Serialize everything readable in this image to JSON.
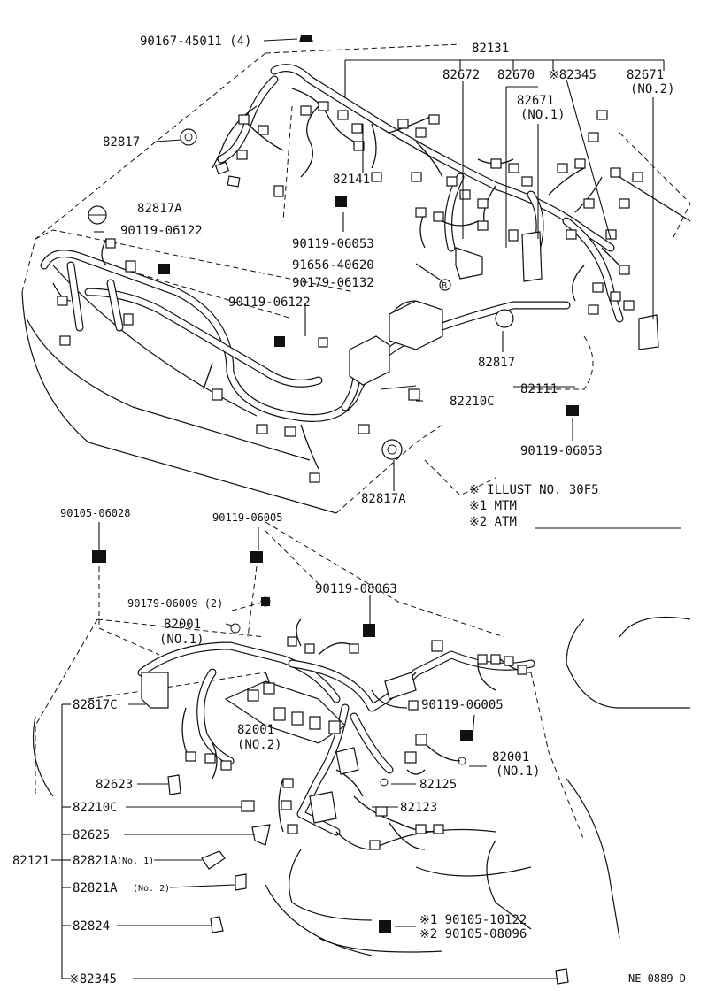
{
  "upper": {
    "screw_90167": "90167-45011 (4)",
    "harness_82131": "82131",
    "p82672": "82672",
    "p82670": "82670",
    "p82345_top": "※82345",
    "p82671_no2": "82671",
    "p82671_no2_sub": "(NO.2)",
    "p82671_no1": "82671",
    "p82671_no1_sub": "(NO.1)",
    "p82817_a": "82817",
    "p82141": "82141",
    "p82817A_a": "82817A",
    "bolt_90119_06122_a": "90119-06122",
    "bolt_90119_06053_a": "90119-06053",
    "clip_91656": "91656-40620",
    "clip_90179": "90179-06132",
    "bolt_90119_06122_b": "90119-06122",
    "p82817_b": "82817",
    "harness_82111": "82111",
    "p82210C_a": "82210C",
    "bolt_90119_06053_b": "90119-06053",
    "p82817A_b": "82817A"
  },
  "notes": {
    "n0": "※  ILLUST NO. 30F5",
    "n1": "※1 MTM",
    "n2": "※2 ATM"
  },
  "lower": {
    "bolt_90105_06028": "90105-06028",
    "bolt_90119_06005_a": "90119-06005",
    "bolt_90119_08063": "90119-08063",
    "clip_90179_06009": "90179-06009 (2)",
    "p82001_a": "82001",
    "p82001_a_sub": "(NO.1)",
    "p82817C": "82817C",
    "p82001_b": "82001",
    "p82001_b_sub": "(NO.2)",
    "bolt_90119_06005_b": "90119-06005",
    "p82001_c": "82001",
    "p82001_c_sub": "(NO.1)",
    "p82623": "82623",
    "p82125": "82125",
    "p82210C_b": "82210C",
    "p82123": "82123",
    "p82625": "82625",
    "harness_82121": "82121",
    "p82821A_no1": "82821A",
    "p82821A_no1_sub": "(No. 1)",
    "p82821A_no2": "82821A",
    "p82821A_no2_sub": "(No. 2)",
    "p82824": "82824",
    "p82345_bottom": "※82345",
    "bolt_mtm": "※1  90105-10122",
    "bolt_atm": "※2  90105-08096"
  },
  "footer": {
    "code": "NE  0889-D"
  }
}
